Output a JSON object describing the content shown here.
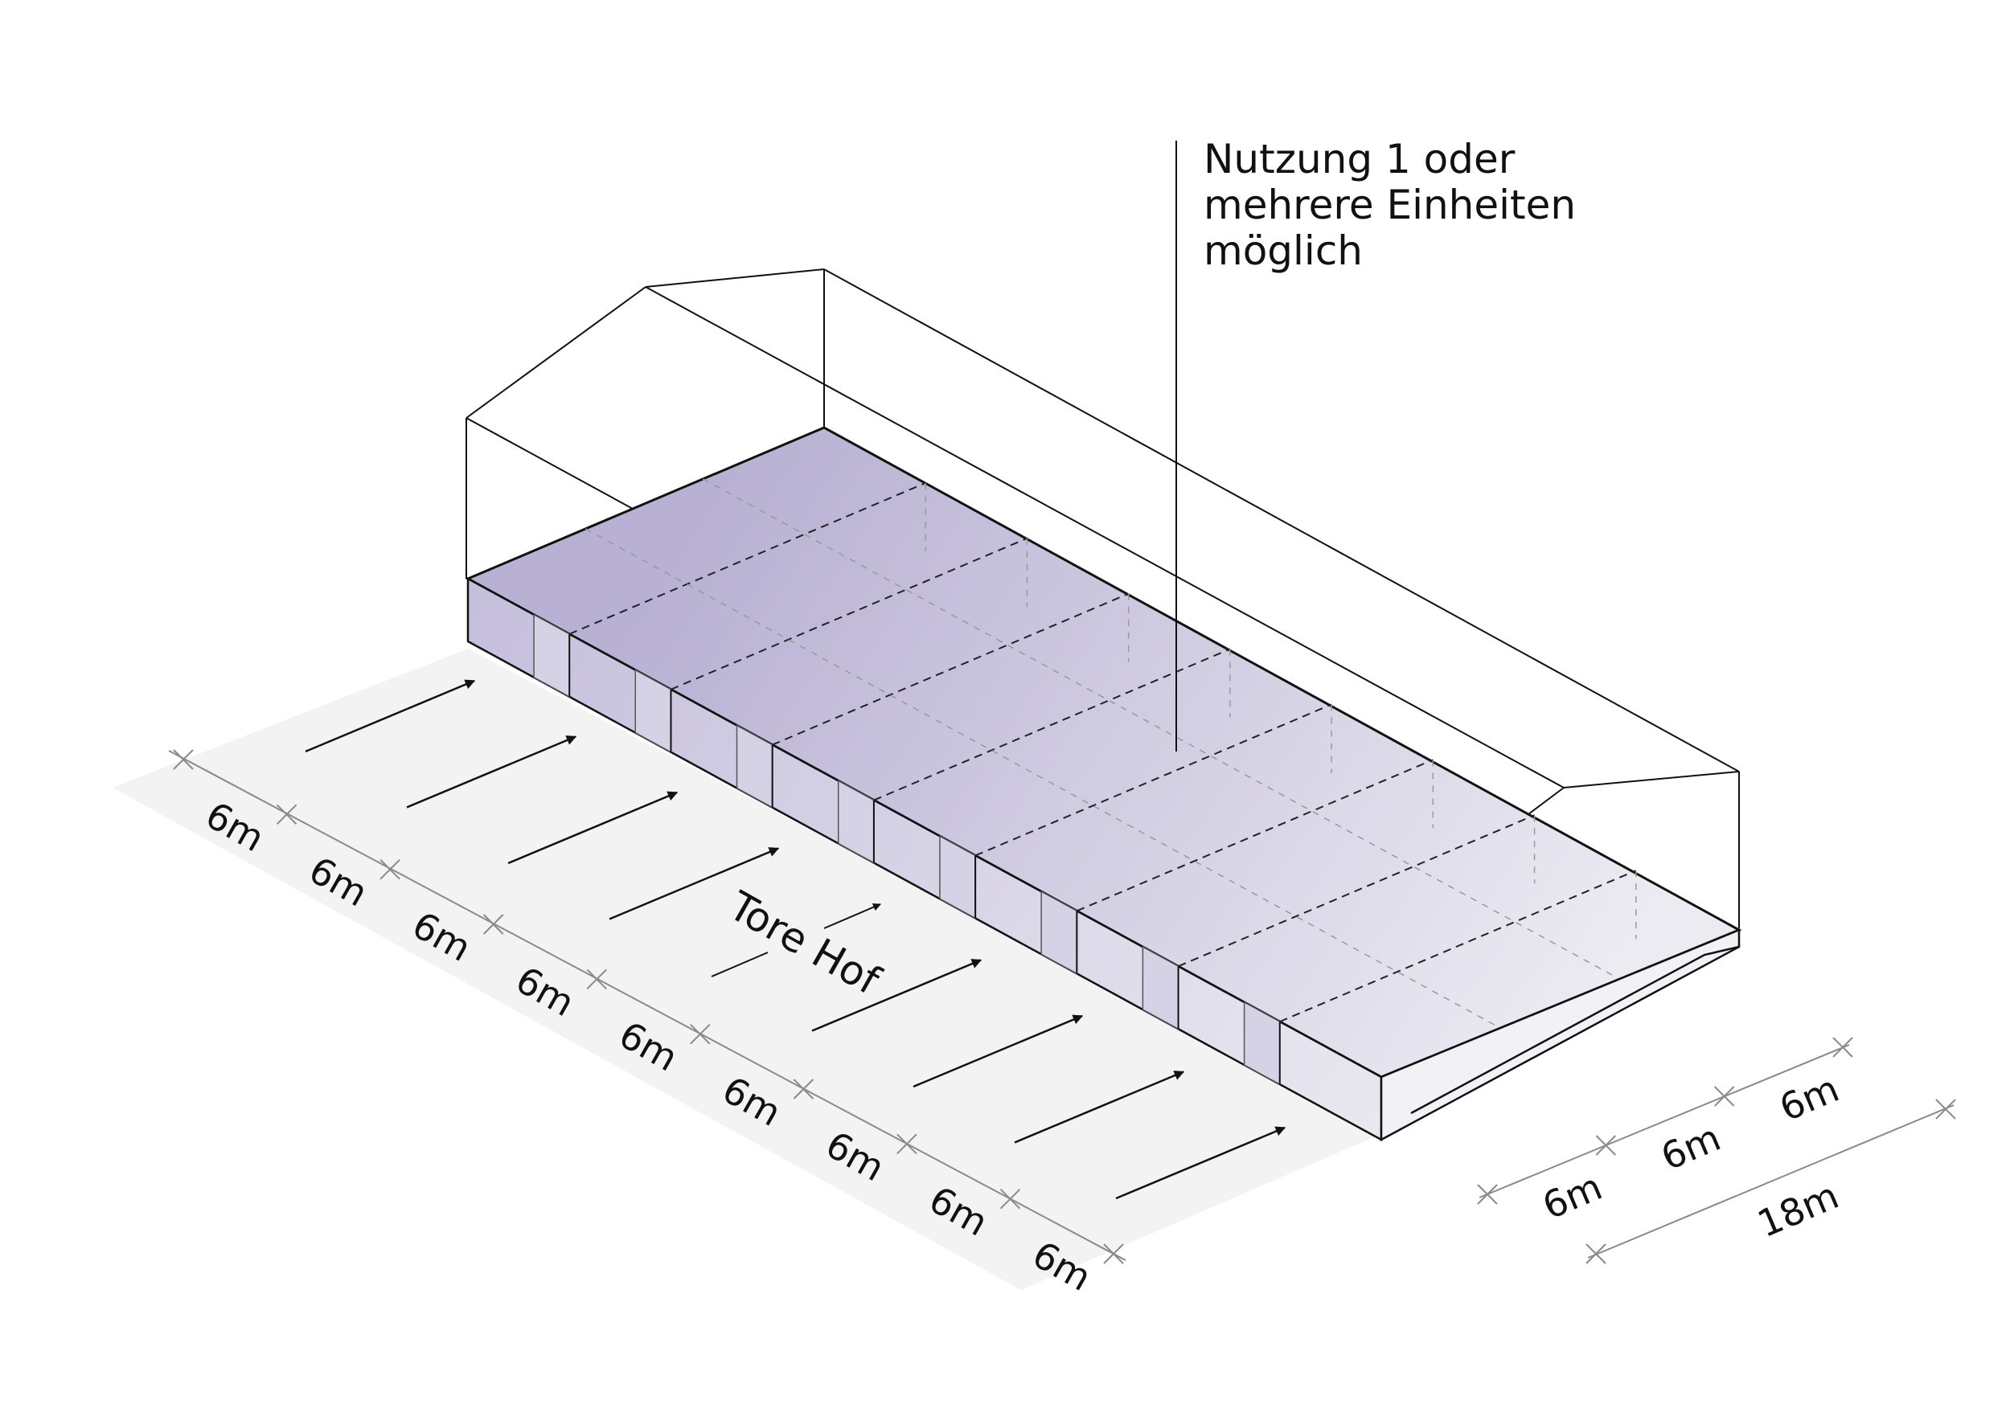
{
  "callout": {
    "lines": [
      "Nutzung 1 oder",
      "mehrere Einheiten",
      "möglich"
    ]
  },
  "courtyard": {
    "label": "Tore Hof"
  },
  "dimensions": {
    "long_side": [
      "6m",
      "6m",
      "6m",
      "6m",
      "6m",
      "6m",
      "6m",
      "6m",
      "6m"
    ],
    "short_side": [
      "6m",
      "6m",
      "6m"
    ],
    "short_total": "18m"
  },
  "colors": {
    "slab_fill": "#b9b3d4",
    "slab_fill_light": "#e6e5ef",
    "courtyard_fill": "#f2f2f2",
    "line": "#111111",
    "dim_line": "#8a8a8a",
    "dashed": "#222222"
  }
}
